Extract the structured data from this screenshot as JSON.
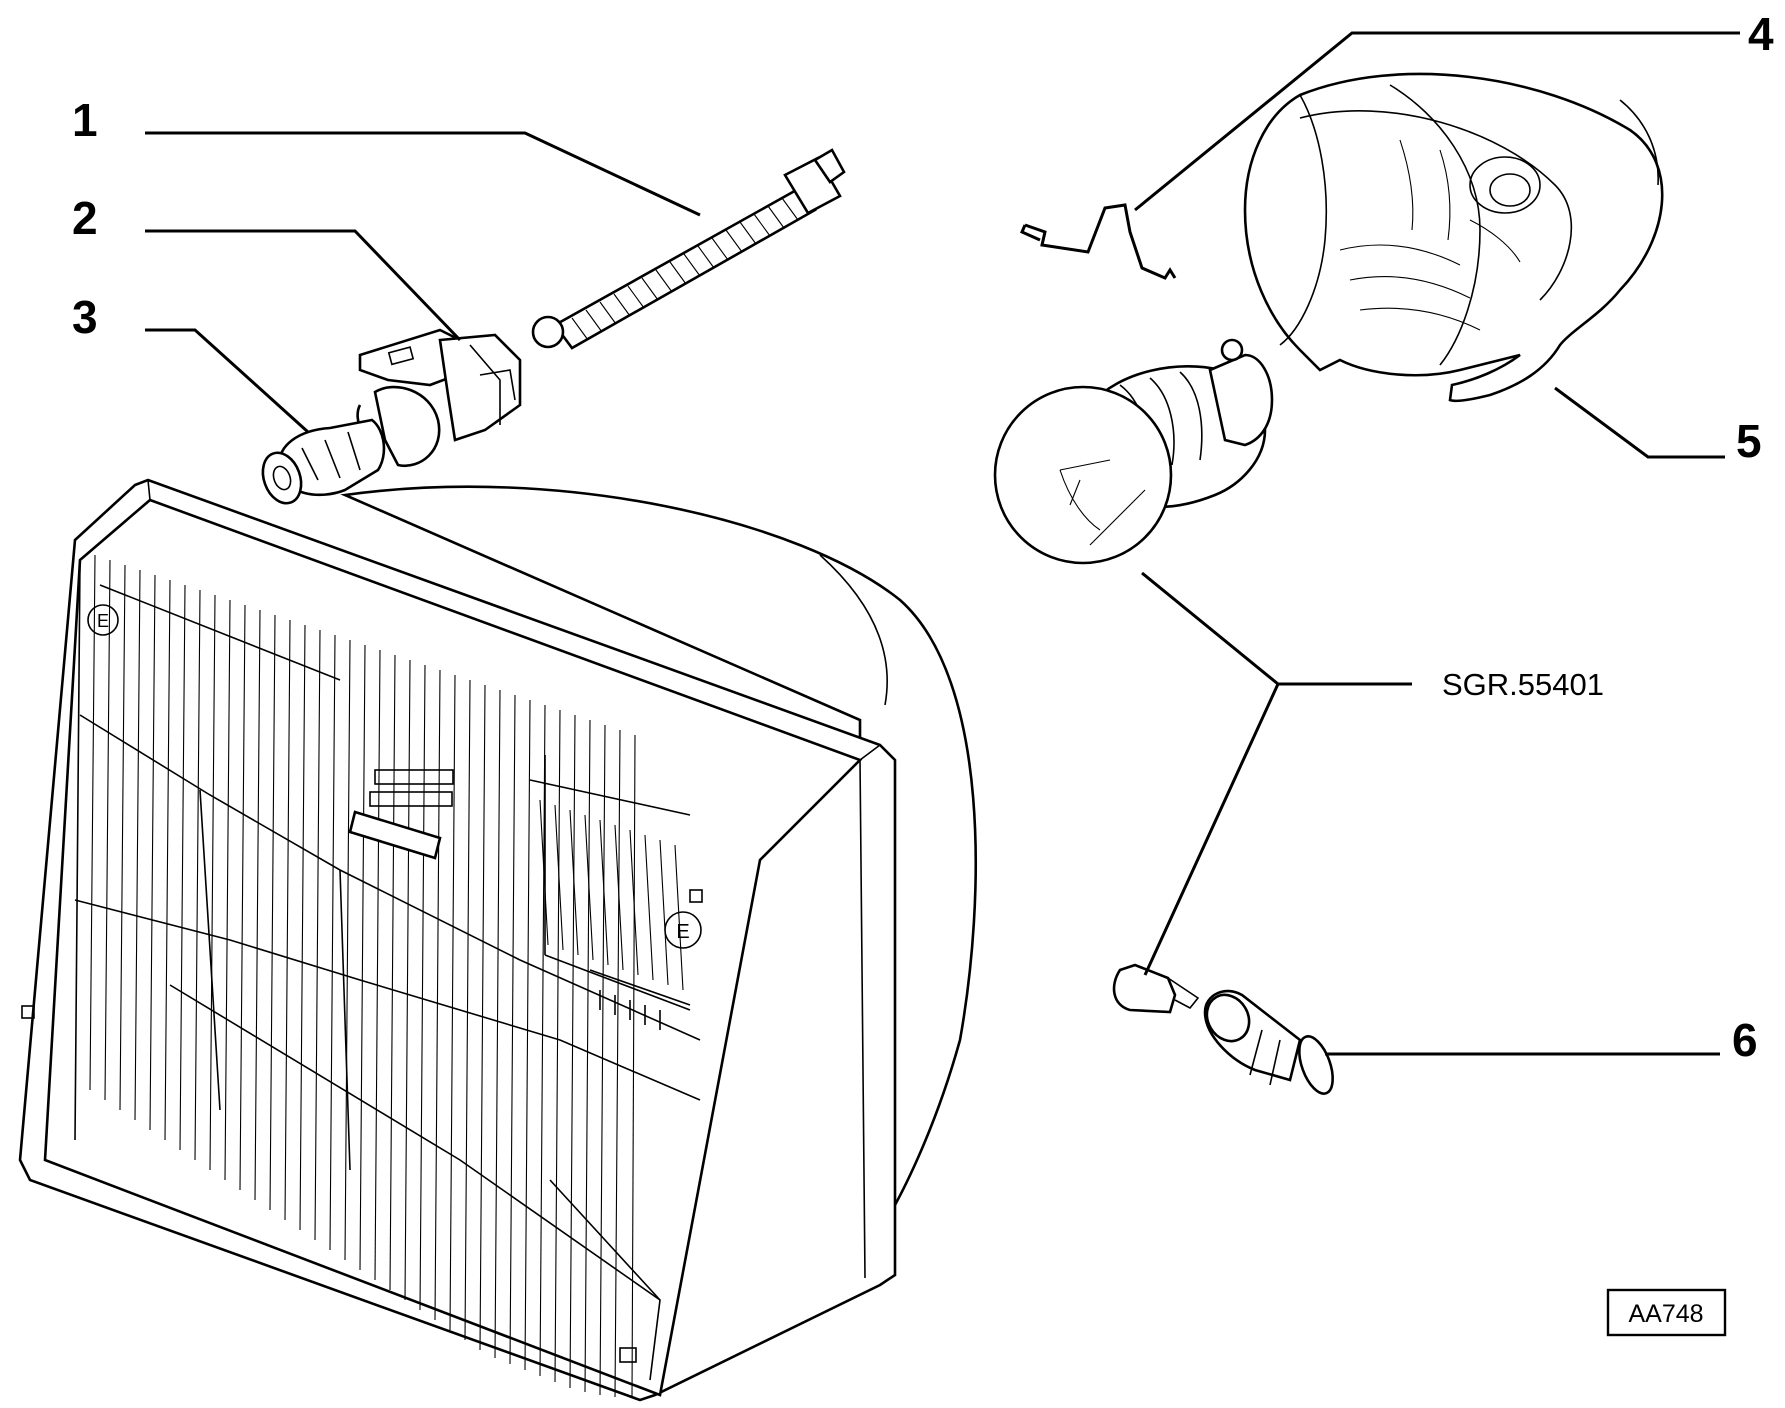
{
  "callouts": [
    {
      "num": "1",
      "part": "adjuster-screw"
    },
    {
      "num": "2",
      "part": "connector-bracket"
    },
    {
      "num": "3",
      "part": "socket-holder"
    },
    {
      "num": "4",
      "part": "retaining-spring"
    },
    {
      "num": "5",
      "part": "bulb-cover"
    },
    {
      "num": "6",
      "part": "sidelight-bulb-holder"
    }
  ],
  "reference": "SGR.55401",
  "drawing_code": "AA748",
  "colors": {
    "ink": "#000000",
    "paper": "#ffffff"
  }
}
